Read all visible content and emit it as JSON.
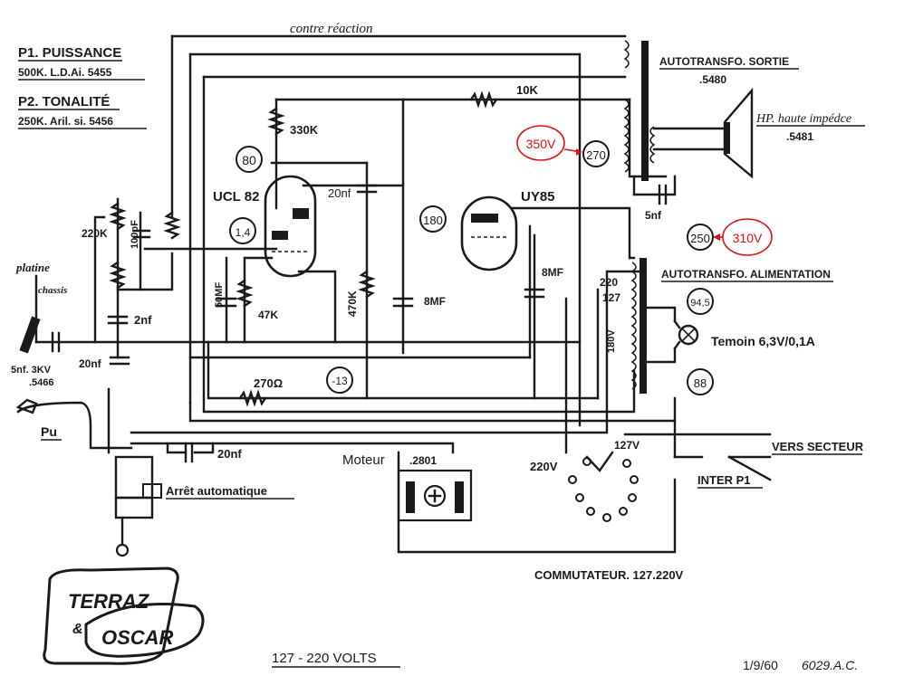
{
  "labels": {
    "p1_title": "P1. PUISSANCE",
    "p1_value": "500K. L.D.Ai. 5455",
    "p2_title": "P2. TONALITÉ",
    "p2_value": "250K. Aril. si. 5456",
    "contre_reaction": "contre réaction",
    "out_transfo": "AUTOTRANSFO. SORTIE",
    "out_transfo_ref": ".5480",
    "hp": "HP. haute impédce",
    "hp_ref": ".5481",
    "r10k": "10K",
    "r330k": "330K",
    "node80": "80",
    "node270": "270",
    "red350": "350V",
    "ucl82": "UCL 82",
    "c20nf": "20nf",
    "node180": "180",
    "uy85": "UY85",
    "c5nf": "5nf",
    "node250": "250",
    "red310": "310V",
    "r220k": "220K",
    "c100pf": "100pF",
    "node14": "1,4",
    "c50mf": "50MF",
    "r47k": "47K",
    "r470k": "470K",
    "c8mf_a": "8MF",
    "c8mf_b": "8MF",
    "alim_transfo": "AUTOTRANSFO. ALIMENTATION",
    "t220": "220",
    "t127": "127",
    "t180v": "180V",
    "node945": "94,5",
    "temoin": "Temoin 6,3V/0,1A",
    "node88": "88",
    "platine": "platine",
    "chassis": "chassis",
    "c2nf": "2nf",
    "c20nf_b": "20nf",
    "c5nf3kv": "5nf. 3KV",
    "c5nf3kv_ref": ".5466",
    "r270": "270Ω",
    "node13": "-13",
    "pu": "Pu",
    "c20nf_c": "20nf",
    "arret": "Arrêt automatique",
    "moteur": "Moteur",
    "moteur_ref": ".2801",
    "sw220": "220V",
    "sw127": "127V",
    "vers_secteur": "VERS SECTEUR",
    "inter": "INTER P1",
    "commutateur": "COMMUTATEUR. 127.220V",
    "logo_top": "TERRAZ",
    "logo_bottom": "OSCAR",
    "logo_mid": "&",
    "volts": "127 - 220 VOLTS",
    "date": "1/9/60",
    "ref": "6029.A.C."
  },
  "colors": {
    "ink": "#1a1a1a",
    "annotation": "#dd1111",
    "paper": "#ffffff"
  }
}
